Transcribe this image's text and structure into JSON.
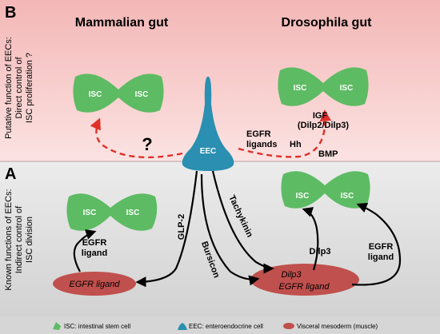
{
  "panel_b": {
    "letter": "B",
    "side_label_line1": "Putative function of EECs:",
    "side_label_line2": "Direct control of",
    "side_label_line3": "ISC proliferation ?",
    "title_left": "Mammalian gut",
    "title_right": "Drosophila gut",
    "isc": "ISC",
    "question": "?",
    "egfr_ligands_line1": "EGFR",
    "egfr_ligands_line2": "ligands",
    "hh": "Hh",
    "igf_line1": "IGF",
    "igf_line2": "(Dilp2/Dilp3)",
    "bmp": "BMP"
  },
  "panel_a": {
    "letter": "A",
    "side_label_line1": "Known functions of EECs:",
    "side_label_line2": "Indirect control of",
    "side_label_line3": "ISC division",
    "isc": "ISC",
    "egfr_ligand_line1": "EGFR",
    "egfr_ligand_line2": "ligand",
    "glp2": "GLP-2",
    "bursicon": "Bursicon",
    "tachykinin": "Tachykinin",
    "dilp3": "Dilp3",
    "egfr_ligand_right_line1": "EGFR",
    "egfr_ligand_right_line2": "ligand",
    "mesoderm_left": "EGFR ligand",
    "mesoderm_right_line1": "Dilp3",
    "mesoderm_right_line2": "EGFR ligand"
  },
  "eec_label": "EEC",
  "legend": {
    "isc": "ISC: intestinal stem cell",
    "eec": "EEC: enteroendocrine cell",
    "muscle": "Visceral mesoderm (muscle)"
  },
  "colors": {
    "isc_green": "#5dbb63",
    "eec_blue": "#2a8fb0",
    "mesoderm_red": "#c0504d",
    "arrow_red": "#e0302a",
    "panel_b_bg": "#f6c9c8",
    "panel_a_bg": "#dcdcdc"
  }
}
